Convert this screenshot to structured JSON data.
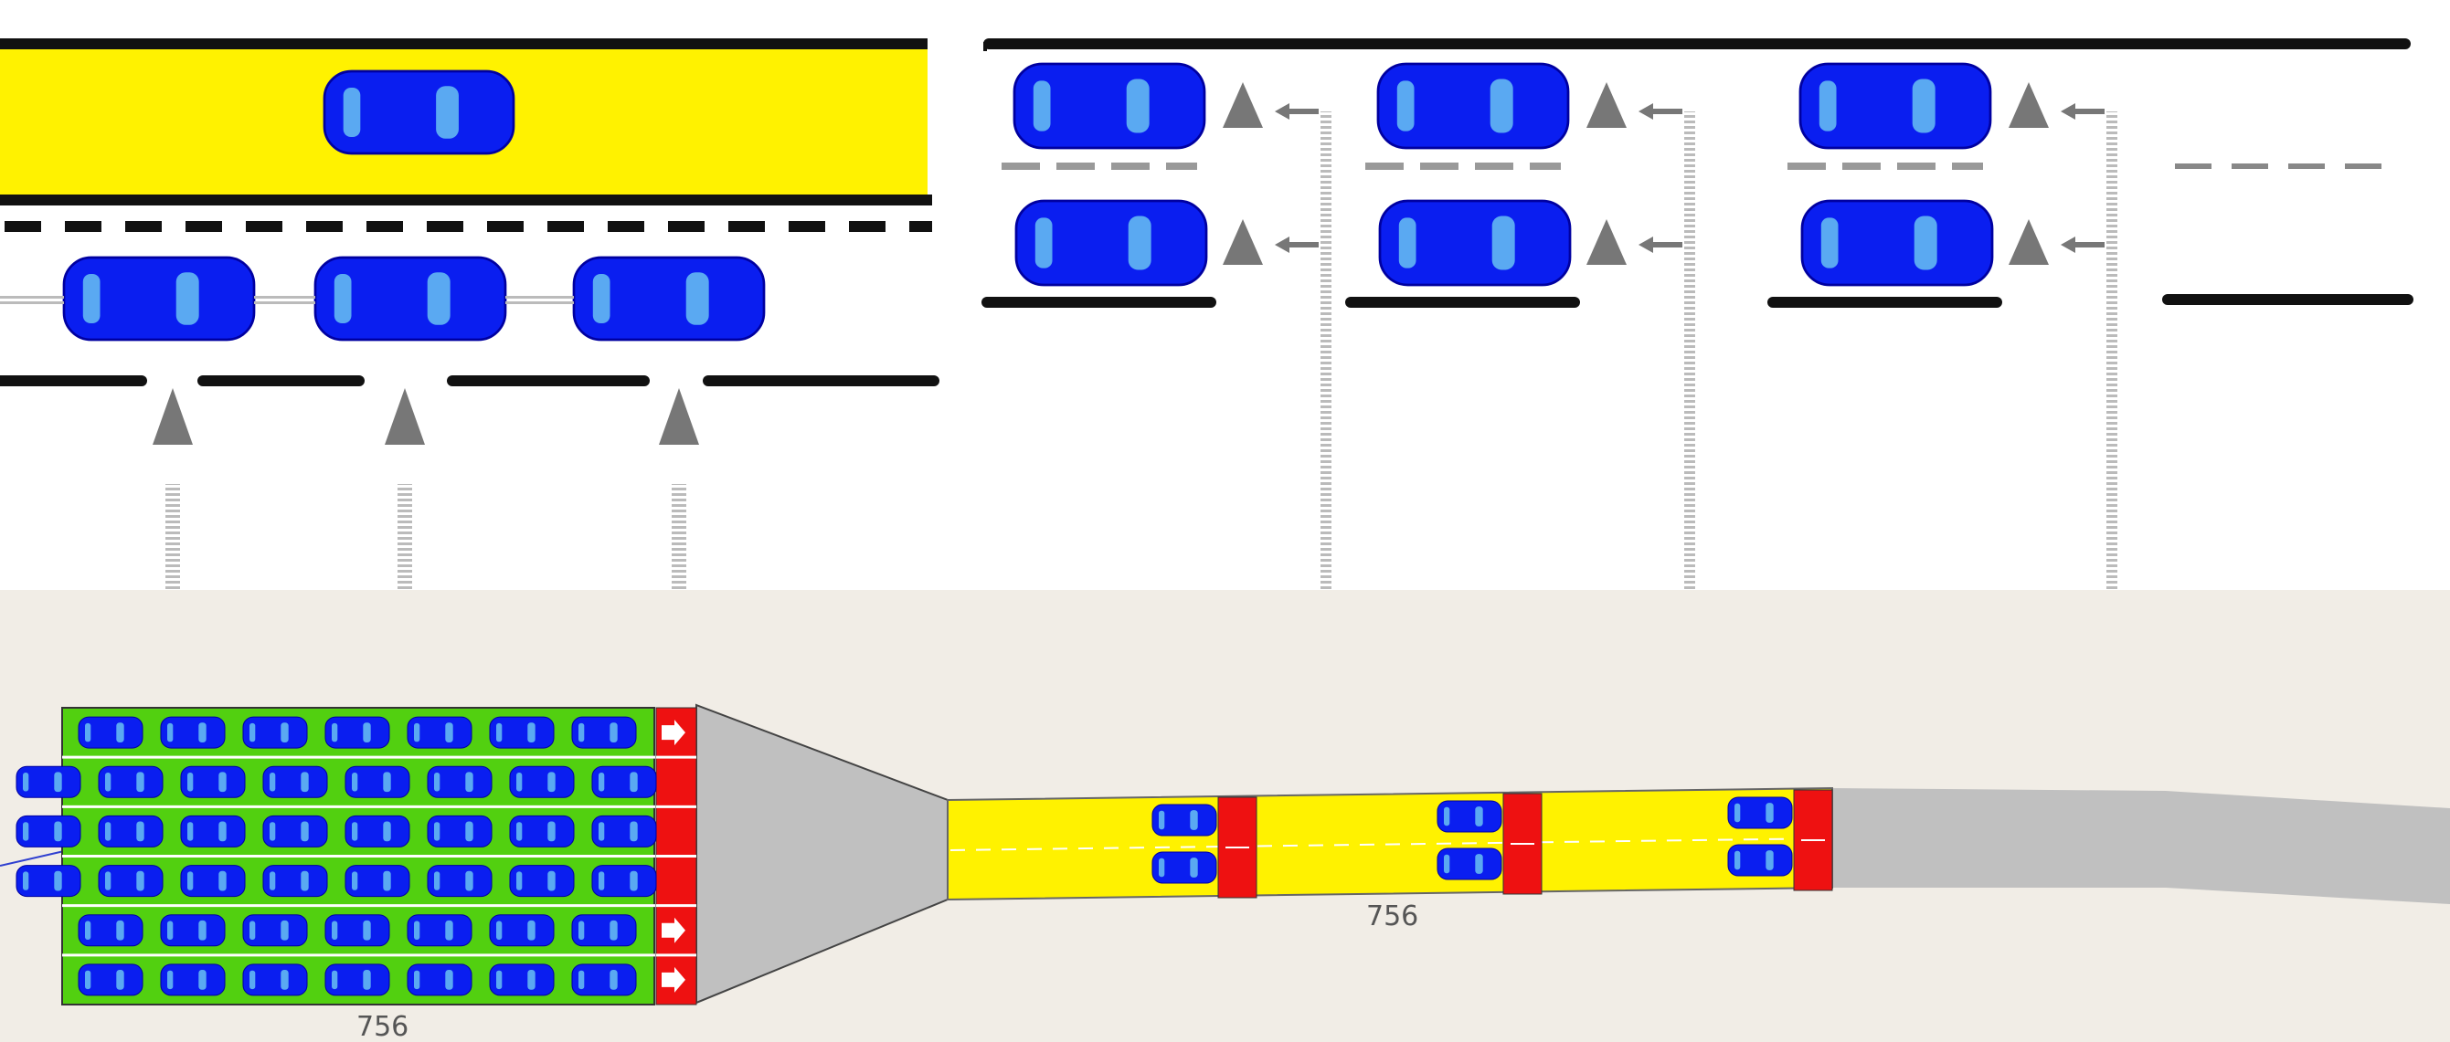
{
  "colors": {
    "car_body": "#0a1ef0",
    "car_window": "#5aa9f2",
    "lane_yellow": "#fff200",
    "queue_green": "#52d010",
    "signal_red": "#ee1111",
    "road_gray": "#c0c0c0",
    "map_background": "#f1ede6",
    "line_black": "#111111",
    "marker_gray": "#777777"
  },
  "icons": {
    "car": "car-icon",
    "lane_arrow": "up-arrow-icon",
    "merge_arrow": "left-arrow-icon",
    "queue_arrow": "right-arrow-icon"
  },
  "labels": {
    "queue_link": "756",
    "mid_link": "756"
  },
  "queue": {
    "lanes": 6,
    "cars_per_lane": [
      7,
      8,
      8,
      8,
      7,
      7
    ]
  },
  "tollbooths": {
    "count": 3,
    "cars_per_booth": 2
  }
}
